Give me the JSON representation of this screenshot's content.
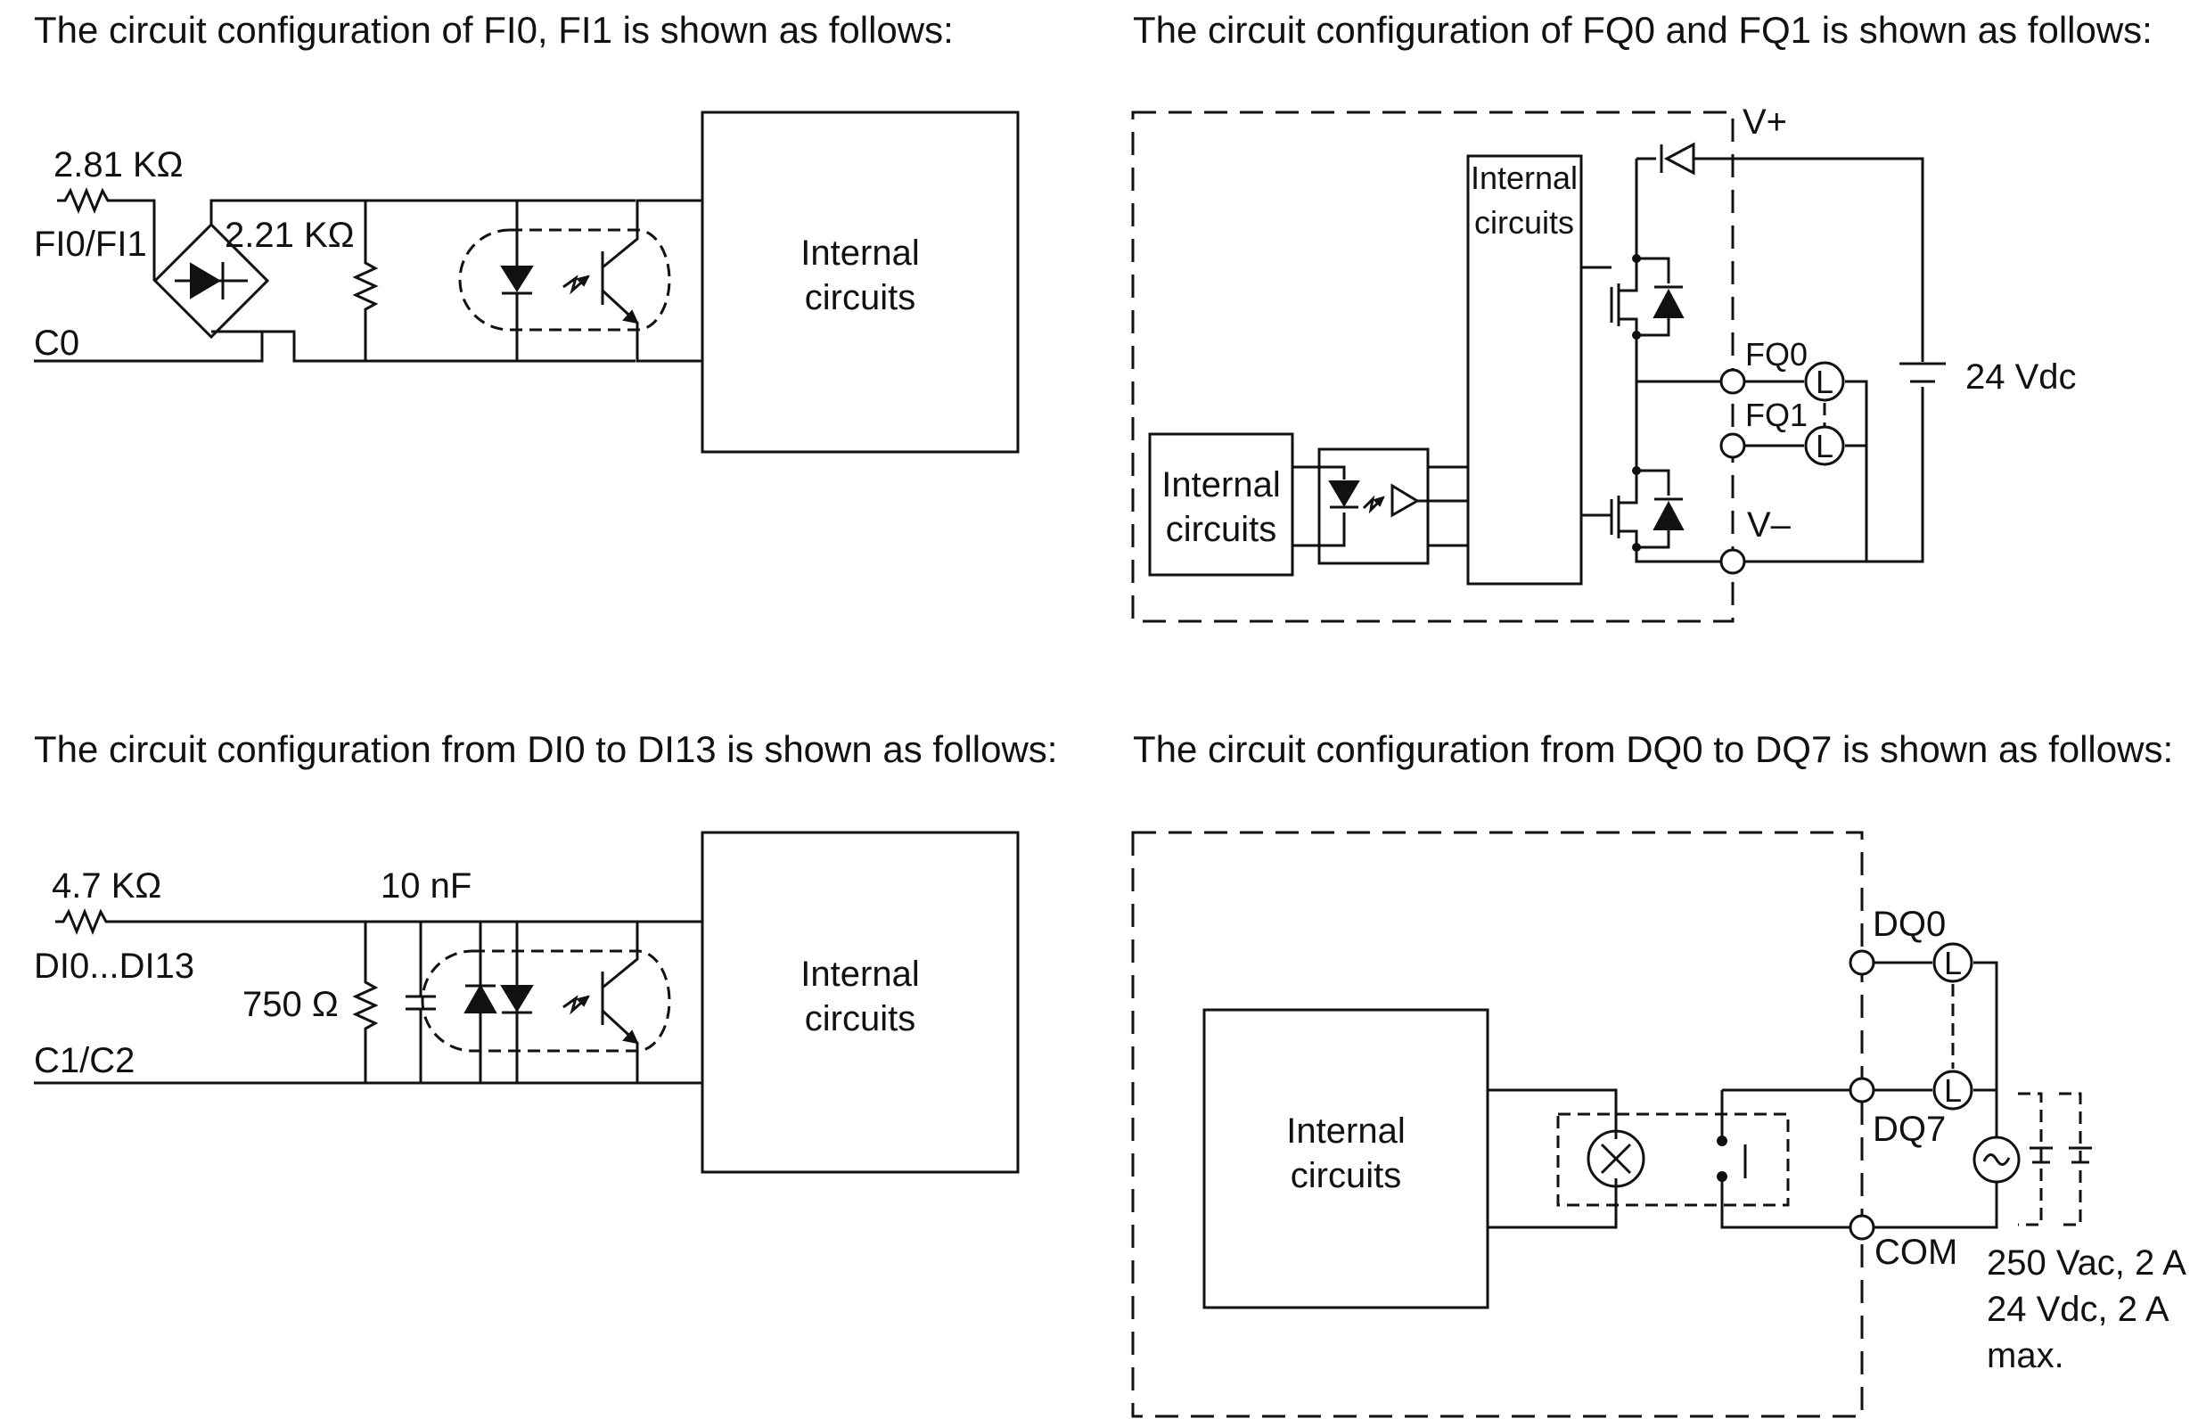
{
  "panels": {
    "fi": {
      "title": "The circuit configuration of FI0, FI1 is shown as follows:",
      "r1": "2.81 KΩ",
      "input": "FI0/FI1",
      "r2": "2.21 KΩ",
      "common": "C0",
      "box_l1": "Internal",
      "box_l2": "circuits"
    },
    "fq": {
      "title": "The circuit configuration of FQ0 and FQ1 is shown as follows:",
      "vplus": "V+",
      "vminus": "V–",
      "out0": "FQ0",
      "out1": "FQ1",
      "supply": "24 Vdc",
      "load": "L",
      "box_small_l1": "Internal",
      "box_small_l2": "circuits",
      "box_big_l1": "Internal",
      "box_big_l2": "circuits"
    },
    "di": {
      "title": "The circuit configuration from DI0 to DI13 is shown as follows:",
      "r1": "4.7 KΩ",
      "input": "DI0...DI13",
      "r2": "750 Ω",
      "cap": "10 nF",
      "common": "C1/C2",
      "box_l1": "Internal",
      "box_l2": "circuits"
    },
    "dq": {
      "title": "The circuit configuration from DQ0 to DQ7 is shown as follows:",
      "out0": "DQ0",
      "out7": "DQ7",
      "common": "COM",
      "load": "L",
      "rating_l1": "250 Vac, 2 A",
      "rating_l2": "24 Vdc, 2 A",
      "rating_l3": "max.",
      "box_l1": "Internal",
      "box_l2": "circuits"
    }
  }
}
